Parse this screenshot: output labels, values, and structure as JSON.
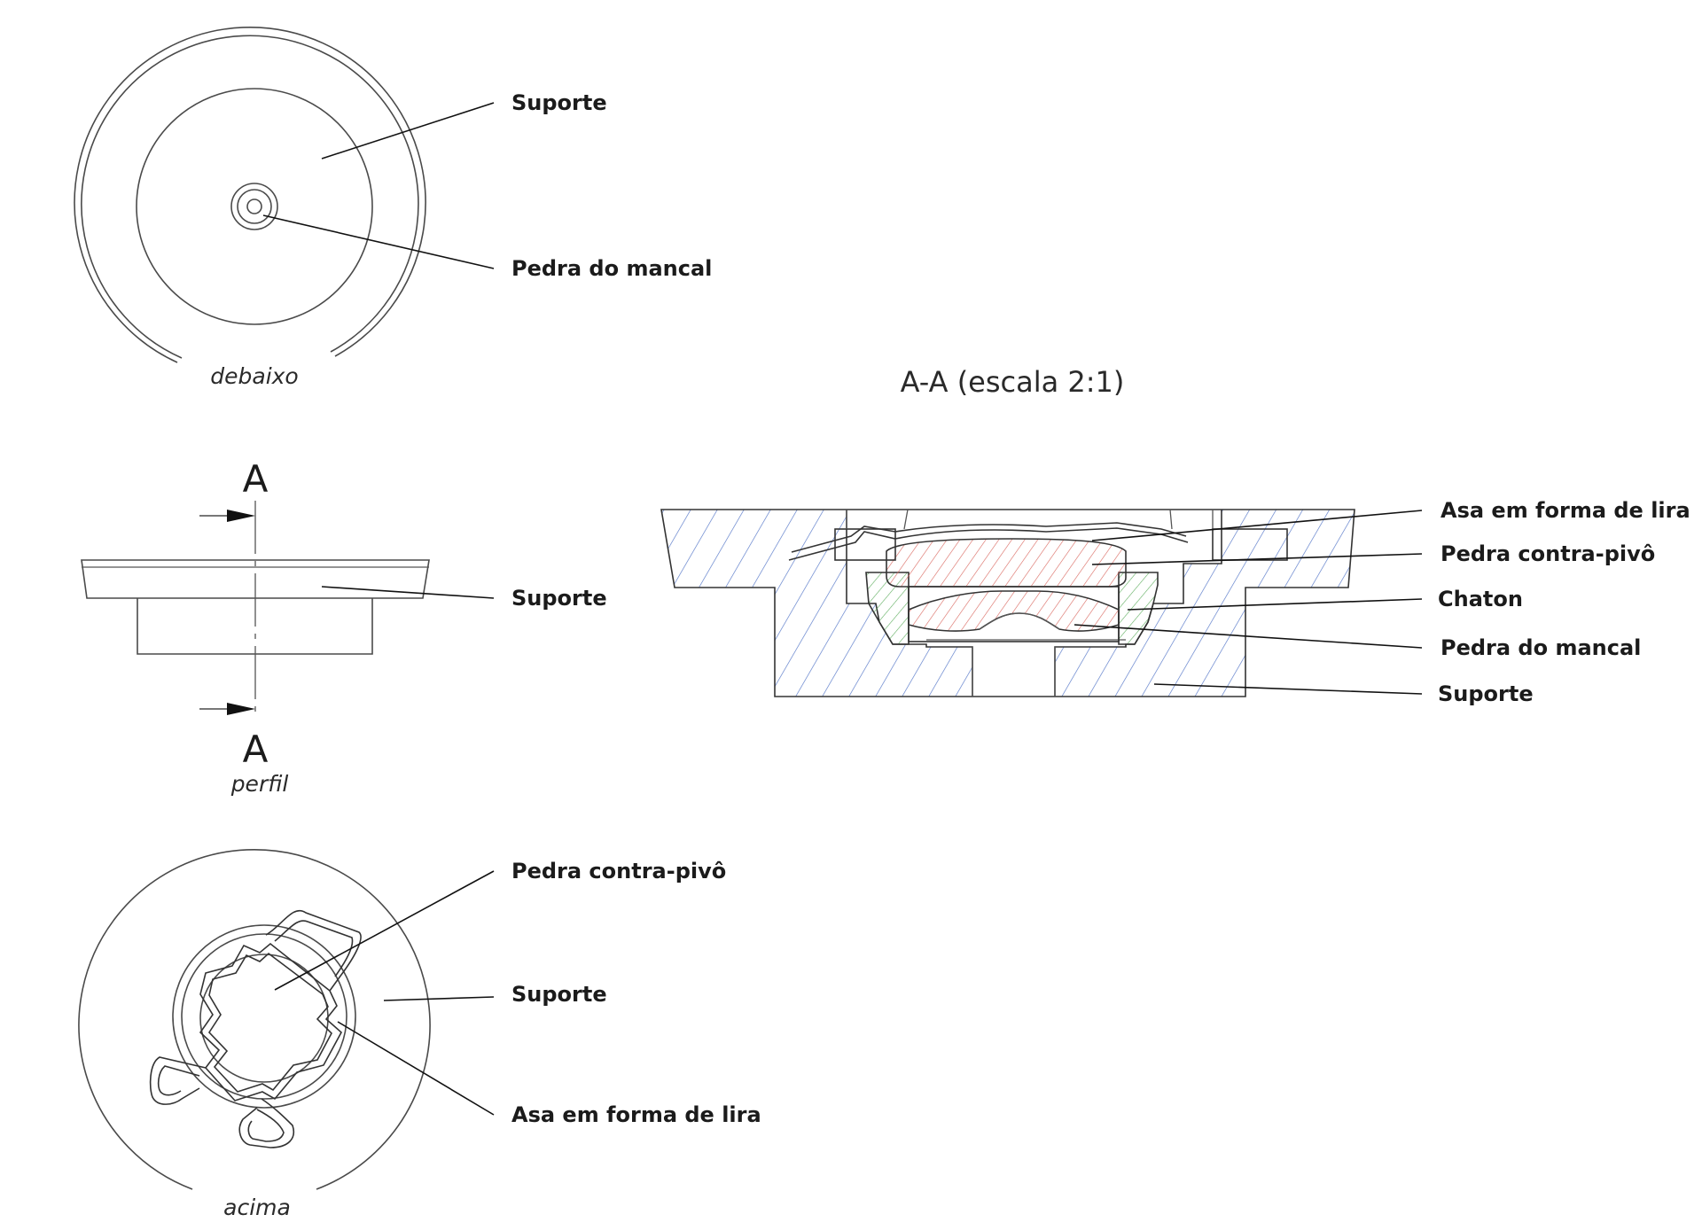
{
  "views": {
    "bottom": {
      "caption": "debaixo",
      "labels": {
        "support": "Suporte",
        "bearing_jewel": "Pedra do mancal"
      }
    },
    "profile": {
      "caption": "perfil",
      "section_marker_top": "A",
      "section_marker_bottom": "A",
      "labels": {
        "support": "Suporte"
      }
    },
    "top": {
      "caption": "acima",
      "labels": {
        "cap_jewel": "Pedra contra-pivô",
        "support": "Suporte",
        "lyre_spring": "Asa em forma de lira"
      }
    },
    "section": {
      "title": "A-A (escala 2:1)",
      "labels": {
        "lyre_spring": "Asa em forma de lira",
        "cap_jewel": "Pedra contra-pivô",
        "chaton": "Chaton",
        "bearing_jewel": "Pedra do mancal",
        "support": "Suporte"
      }
    }
  },
  "colors": {
    "support_hatch": "#5577c8",
    "jewel_hatch": "#d9665e",
    "chaton_hatch": "#5fae5f",
    "line": "#4a4a4a",
    "text": "#1b1b1b"
  }
}
